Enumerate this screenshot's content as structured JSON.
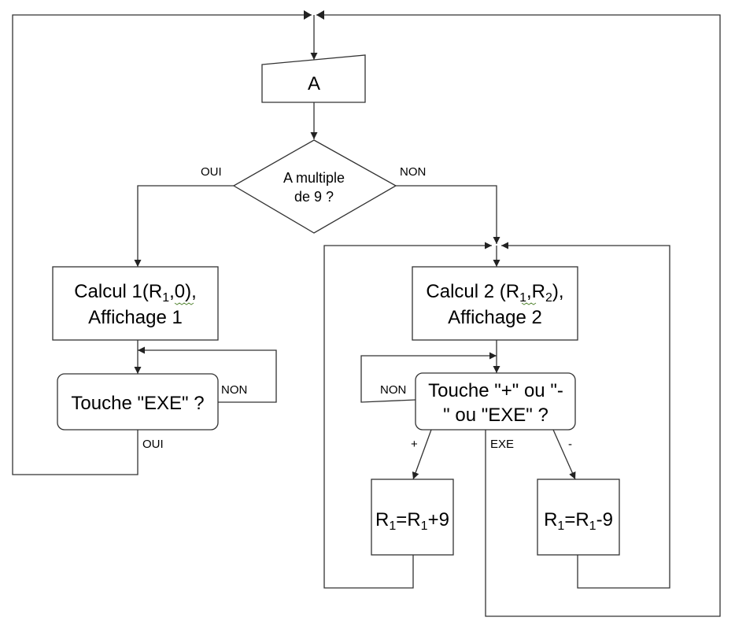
{
  "nodes": {
    "input": {
      "label": "A"
    },
    "decision_multiple": {
      "line1": "A multiple",
      "line2": "de 9 ?"
    },
    "calcul1": {
      "line1_a": "Calcul 1(R",
      "line1_sub": "1",
      "line1_b": ",0),",
      "line2": "Affichage 1"
    },
    "calcul2": {
      "line1_a": "Calcul 2 (R",
      "line1_sub1": "1",
      "line1_mid": ",R",
      "line1_sub2": "2",
      "line1_b": "),",
      "line2": "Affichage 2"
    },
    "touche_exe": {
      "label": "Touche \"EXE\" ?"
    },
    "touche_multi": {
      "line1": "Touche \"+\" ou \"-",
      "line2": "\" ou \"EXE\" ?"
    },
    "plus_box": {
      "a": "R",
      "sub1": "1",
      "b": "=R",
      "sub2": "1",
      "c": "+9"
    },
    "minus_box": {
      "a": "R",
      "sub1": "1",
      "b": "=R",
      "sub2": "1",
      "c": "-9"
    }
  },
  "edge_labels": {
    "oui_top": "OUI",
    "non_top": "NON",
    "non_left": "NON",
    "oui_bottom": "OUI",
    "non_right": "NON",
    "plus": "+",
    "exe": "EXE",
    "minus": "-"
  }
}
